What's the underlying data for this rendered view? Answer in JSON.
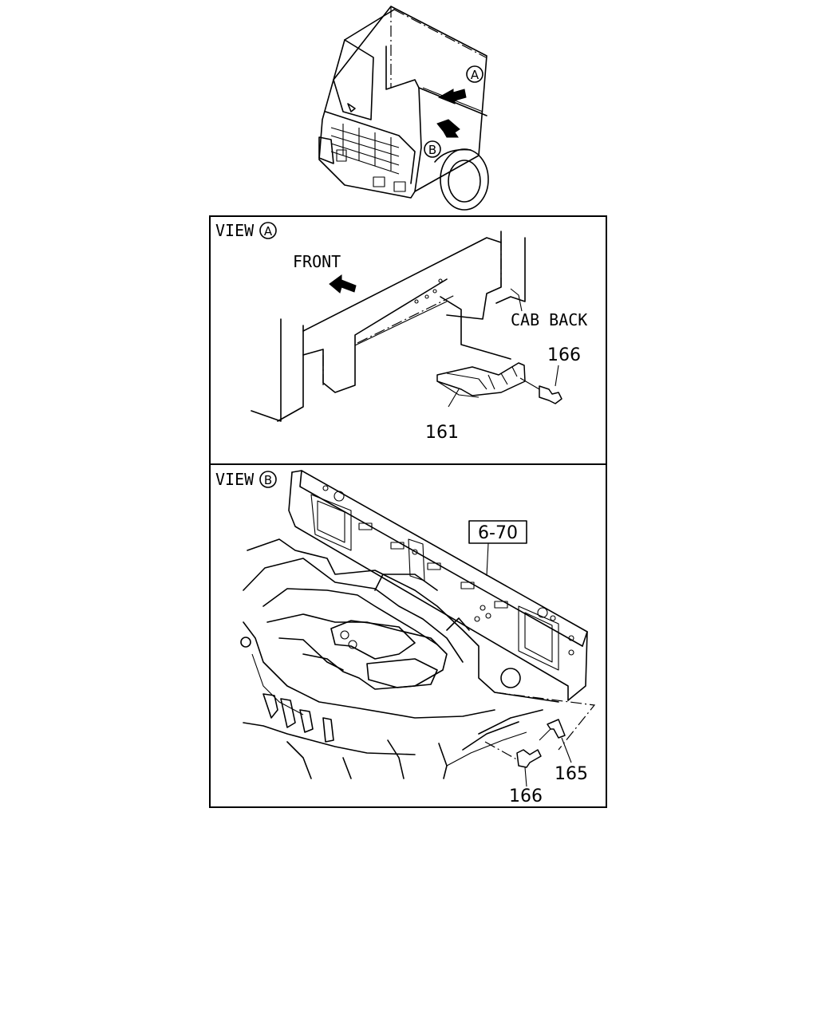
{
  "views": {
    "view_a_title": "VIEW",
    "view_a_marker": "A",
    "view_b_title": "VIEW",
    "view_b_marker": "B"
  },
  "overview": {
    "marker_a": "A",
    "marker_b": "B"
  },
  "view_a": {
    "front_label": "FRONT",
    "cab_back_label": "CAB BACK",
    "part_166": "166",
    "part_161": "161"
  },
  "view_b": {
    "ref_box": "6-70",
    "part_165": "165",
    "part_166": "166"
  }
}
